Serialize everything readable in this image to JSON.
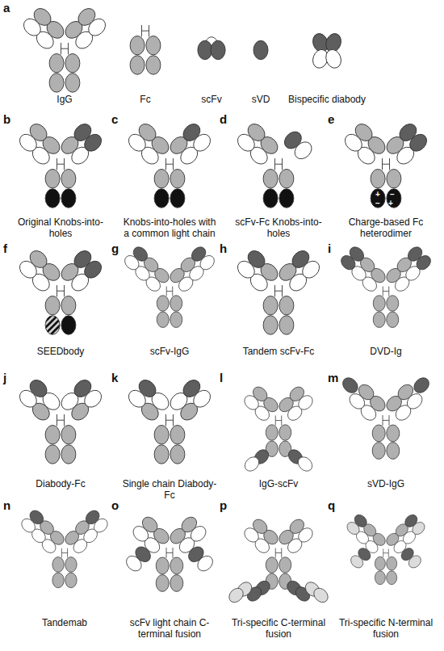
{
  "diagram": {
    "labels": [
      "a",
      "IgG",
      "Fc",
      "scFv",
      "sVD",
      "Bispecific diabody",
      "b",
      "c",
      "d",
      "e",
      "Original Knobs-into-holes",
      "Knobs-into-holes with a common light chain",
      "scFv-Fc Knobs-into-holes",
      "Charge-based Fc heterodimer",
      "f",
      "g",
      "h",
      "i",
      "SEEDbody",
      "scFv-IgG",
      "Tandem scFv-Fc",
      "DVD-Ig",
      "j",
      "k",
      "l",
      "m",
      "Diabody-Fc",
      "Single chain Diabody-Fc",
      "IgG-scFv",
      "sVD-IgG",
      "n",
      "o",
      "p",
      "q",
      "Tandemab",
      "scFv light chain C-terminal fusion",
      "Tri-specific C-terminal fusion",
      "Tri-specific N-terminal fusion",
      "+",
      "−",
      "+",
      "−"
    ]
  }
}
